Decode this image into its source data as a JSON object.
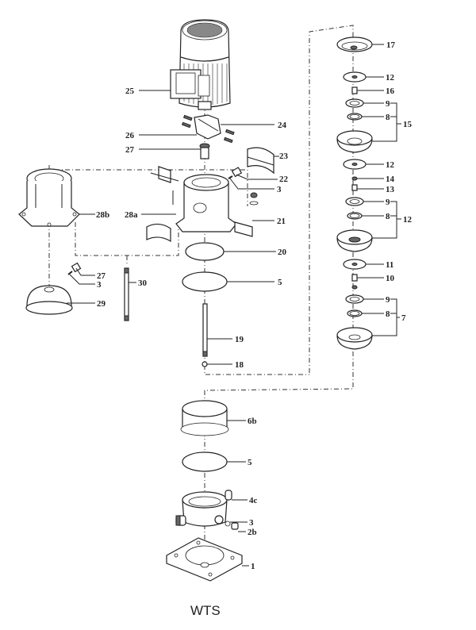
{
  "diagram": {
    "title": "WTS",
    "type": "exploded-parts-diagram",
    "labels": {
      "p1": "1",
      "p2b": "2b",
      "p3a": "3",
      "p3b": "3",
      "p3c": "3",
      "p4c": "4c",
      "p5a": "5",
      "p5b": "5",
      "p6b": "6b",
      "p7": "7",
      "p8a": "8",
      "p8b": "8",
      "p8c": "8",
      "p9a": "9",
      "p9b": "9",
      "p9c": "9",
      "p10": "10",
      "p11": "11",
      "p12a": "12",
      "p12b": "12",
      "p12c": "12",
      "p13": "13",
      "p14": "14",
      "p15": "15",
      "p16": "16",
      "p17": "17",
      "p18": "18",
      "p19": "19",
      "p20": "20",
      "p21": "21",
      "p22": "22",
      "p23": "23",
      "p24": "24",
      "p25": "25",
      "p26": "26",
      "p27a": "27",
      "p27b": "27",
      "p28a": "28a",
      "p28b": "28b",
      "p29": "29",
      "p30": "30"
    },
    "parts": [
      {
        "id": "motor",
        "label": "25"
      },
      {
        "id": "coupling",
        "label": "24"
      },
      {
        "id": "coupling-screw",
        "label": "26"
      },
      {
        "id": "mechanical-seal",
        "label": "27"
      },
      {
        "id": "coupling-guard",
        "label": "23"
      },
      {
        "id": "vent-plug",
        "label": "22"
      },
      {
        "id": "o-ring",
        "label": "3"
      },
      {
        "id": "motor-stool",
        "label": "28a"
      },
      {
        "id": "motor-stool-alt",
        "label": "28b"
      },
      {
        "id": "guard-fasteners",
        "label": "21"
      },
      {
        "id": "o-ring-20",
        "label": "20"
      },
      {
        "id": "o-ring-5",
        "label": "5"
      },
      {
        "id": "shaft",
        "label": "19"
      },
      {
        "id": "nut",
        "label": "18"
      },
      {
        "id": "top-cover",
        "label": "29"
      },
      {
        "id": "tie-rod",
        "label": "30"
      },
      {
        "id": "top-chamber",
        "label": "17"
      },
      {
        "id": "impeller",
        "label": "12"
      },
      {
        "id": "spacer",
        "label": "16"
      },
      {
        "id": "wear-ring",
        "label": "9"
      },
      {
        "id": "seal-ring",
        "label": "8"
      },
      {
        "id": "chamber-assembly-15",
        "label": "15"
      },
      {
        "id": "bearing",
        "label": "14"
      },
      {
        "id": "sleeve",
        "label": "13"
      },
      {
        "id": "chamber-assembly-12",
        "label": "12"
      },
      {
        "id": "impeller-11",
        "label": "11"
      },
      {
        "id": "spacer-10",
        "label": "10"
      },
      {
        "id": "chamber-assembly-7",
        "label": "7"
      },
      {
        "id": "outer-sleeve",
        "label": "6b"
      },
      {
        "id": "pump-base",
        "label": "4c"
      },
      {
        "id": "drain-plug",
        "label": "2b"
      },
      {
        "id": "base-plate",
        "label": "1"
      }
    ]
  }
}
